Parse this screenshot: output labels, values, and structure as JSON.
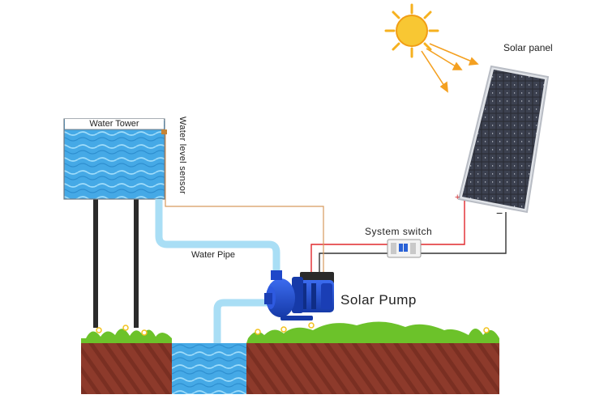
{
  "labels": {
    "solar_panel": "Solar panel",
    "water_tower": "Water Tower",
    "water_level_sensor": "Water level sensor",
    "system_switch": "System switch",
    "water_pipe": "Water Pipe",
    "solar_pump": "Solar Pump",
    "positive": "+",
    "negative": "−"
  },
  "icons": [
    "sun-icon",
    "solar-panel-icon",
    "water-tower-icon",
    "pump-icon",
    "breaker-switch-icon"
  ],
  "colors": {
    "water": "#4fb3ea",
    "pipe": "#a9def5",
    "soil": "#8e3b2c",
    "grass": "#6cc22a",
    "sun": "#f6b11f",
    "pump": "#1f47c9",
    "wire_positive": "#e1282d",
    "wire_negative": "#333333",
    "wire_sensor": "#d79a5e"
  }
}
